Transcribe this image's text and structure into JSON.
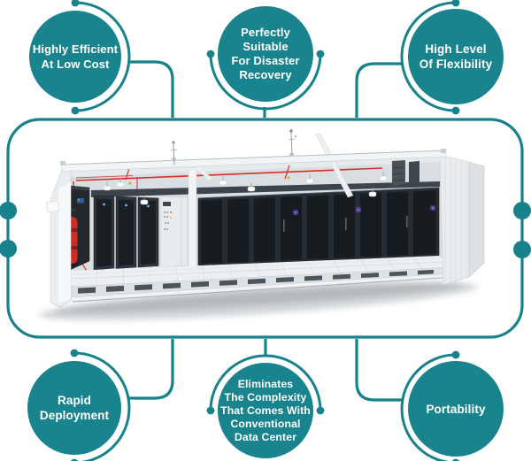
{
  "theme": {
    "accent": "#17818c",
    "bubble_fill": "#19838e",
    "text_color": "#ffffff",
    "background": "#ffffff"
  },
  "bubbles": {
    "top_left": {
      "text": "Highly Efficient\nAt Low Cost"
    },
    "top_center": {
      "text": "Perfectly\nSuitable\nFor Disaster\nRecovery"
    },
    "top_right": {
      "text": "High Level\nOf Flexibility"
    },
    "bottom_left": {
      "text": "Rapid\nDeployment"
    },
    "bottom_center": {
      "text": "Eliminates\nThe Complexity\nThat Comes With\nConventional\nData Center"
    },
    "bottom_right": {
      "text": "Portability"
    }
  },
  "illustration": {
    "alt": "Containerized data center module with server racks, fire suppression piping and fire extinguisher"
  }
}
